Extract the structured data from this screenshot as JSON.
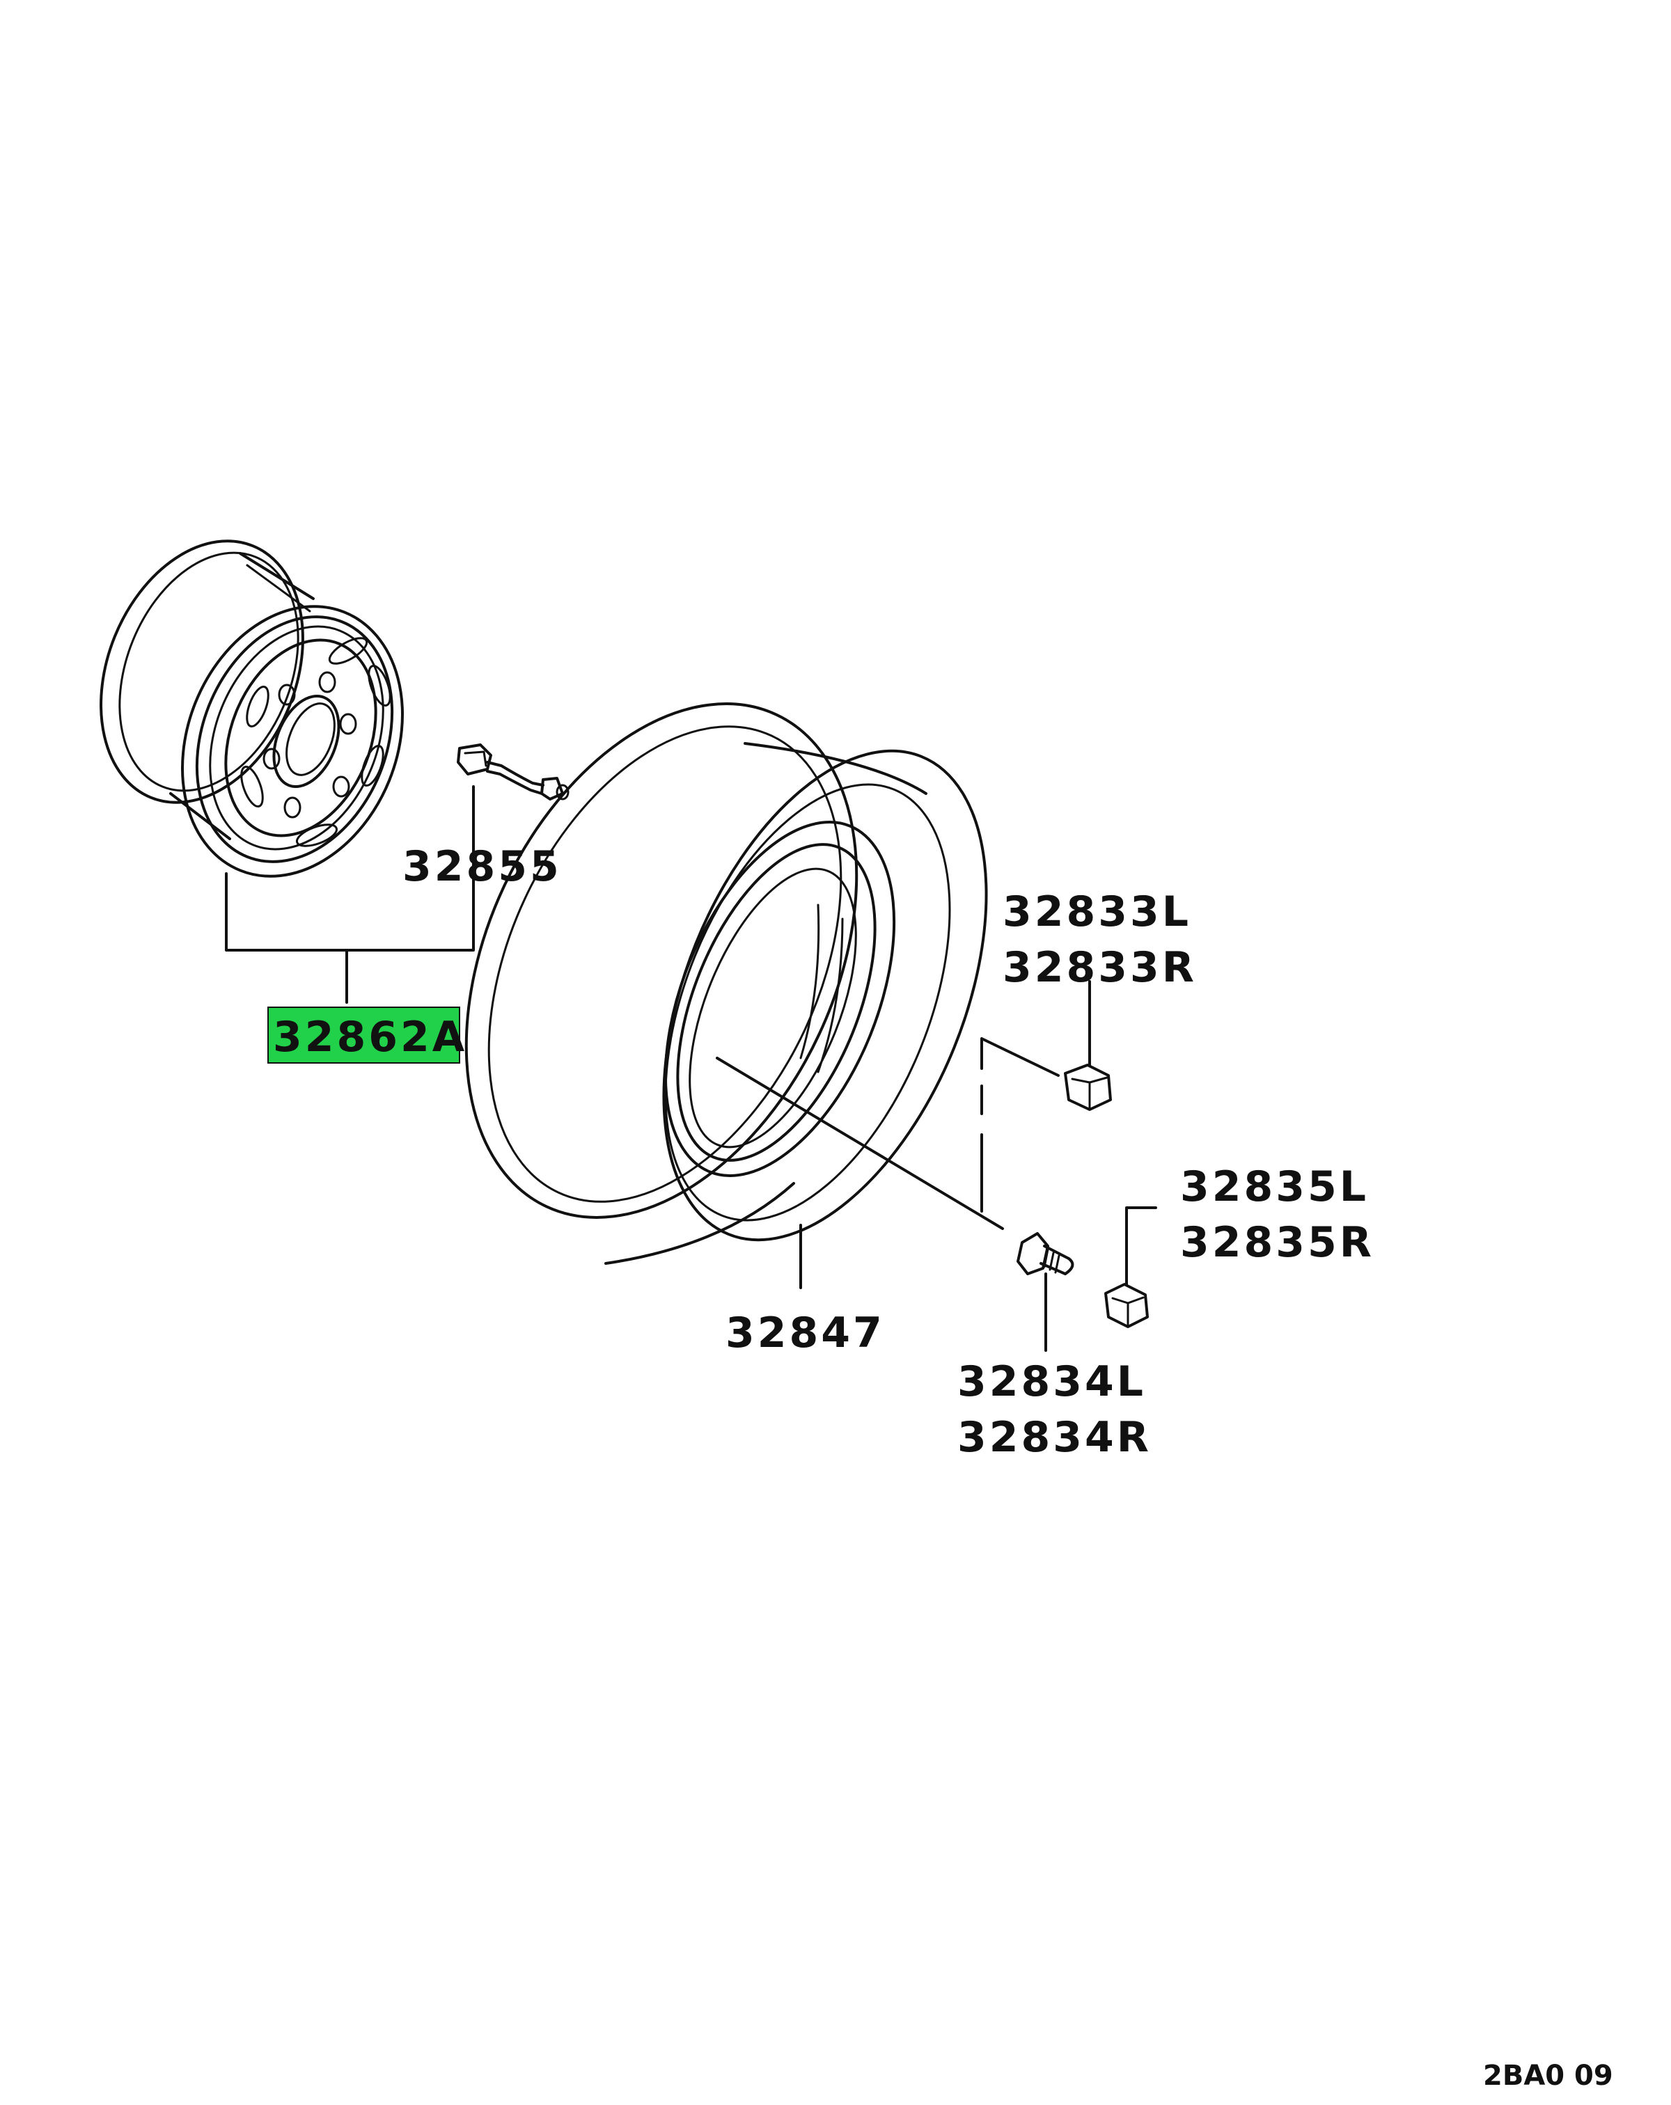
{
  "diagram": {
    "colors": {
      "line": "#111111",
      "highlight": "#22d14a",
      "background": "#ffffff"
    },
    "labels": {
      "wheel_assembly": "32862A",
      "valve": "32855",
      "tire": "32847",
      "nut_upper_l": "32833L",
      "nut_upper_r": "32833R",
      "stud_l": "32834L",
      "stud_r": "32834R",
      "nut_lower_l": "32835L",
      "nut_lower_r": "32835R"
    },
    "reference_code": "2BA0 09"
  }
}
